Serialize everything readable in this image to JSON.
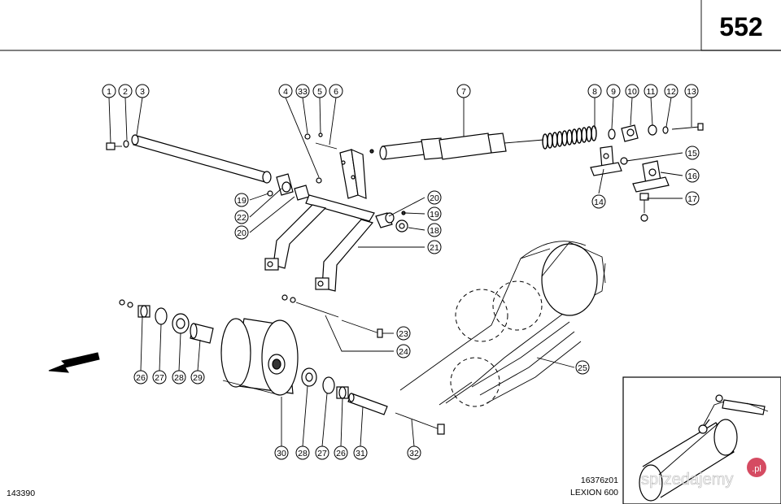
{
  "header": {
    "page_number": "552"
  },
  "footer": {
    "doc_number": "143390",
    "drawing_number": "16376z01",
    "model": "LEXION 600"
  },
  "watermark": {
    "text": "sprzedajemy",
    "suffix": ".pl"
  },
  "callouts": [
    {
      "n": "1"
    },
    {
      "n": "2"
    },
    {
      "n": "3"
    },
    {
      "n": "4"
    },
    {
      "n": "33"
    },
    {
      "n": "5"
    },
    {
      "n": "6"
    },
    {
      "n": "7"
    },
    {
      "n": "8"
    },
    {
      "n": "9"
    },
    {
      "n": "10"
    },
    {
      "n": "11"
    },
    {
      "n": "12"
    },
    {
      "n": "13"
    },
    {
      "n": "15"
    },
    {
      "n": "16"
    },
    {
      "n": "14"
    },
    {
      "n": "17"
    },
    {
      "n": "19"
    },
    {
      "n": "22"
    },
    {
      "n": "20"
    },
    {
      "n": "20"
    },
    {
      "n": "19"
    },
    {
      "n": "18"
    },
    {
      "n": "21"
    },
    {
      "n": "23"
    },
    {
      "n": "24"
    },
    {
      "n": "25"
    },
    {
      "n": "26"
    },
    {
      "n": "27"
    },
    {
      "n": "28"
    },
    {
      "n": "29"
    },
    {
      "n": "30"
    },
    {
      "n": "28"
    },
    {
      "n": "27"
    },
    {
      "n": "26"
    },
    {
      "n": "31"
    },
    {
      "n": "32"
    }
  ]
}
